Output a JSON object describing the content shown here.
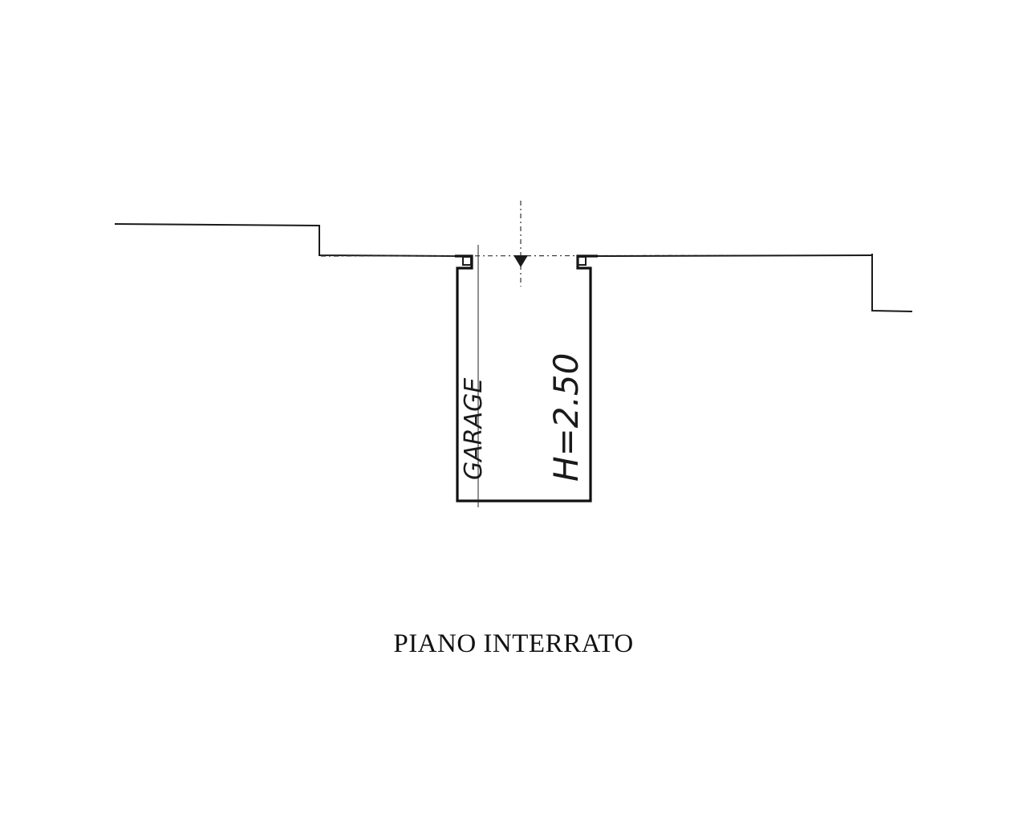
{
  "plan": {
    "room_label": "GARAGE",
    "height_label": "H=2.50",
    "caption": "PIANO INTERRATO"
  }
}
